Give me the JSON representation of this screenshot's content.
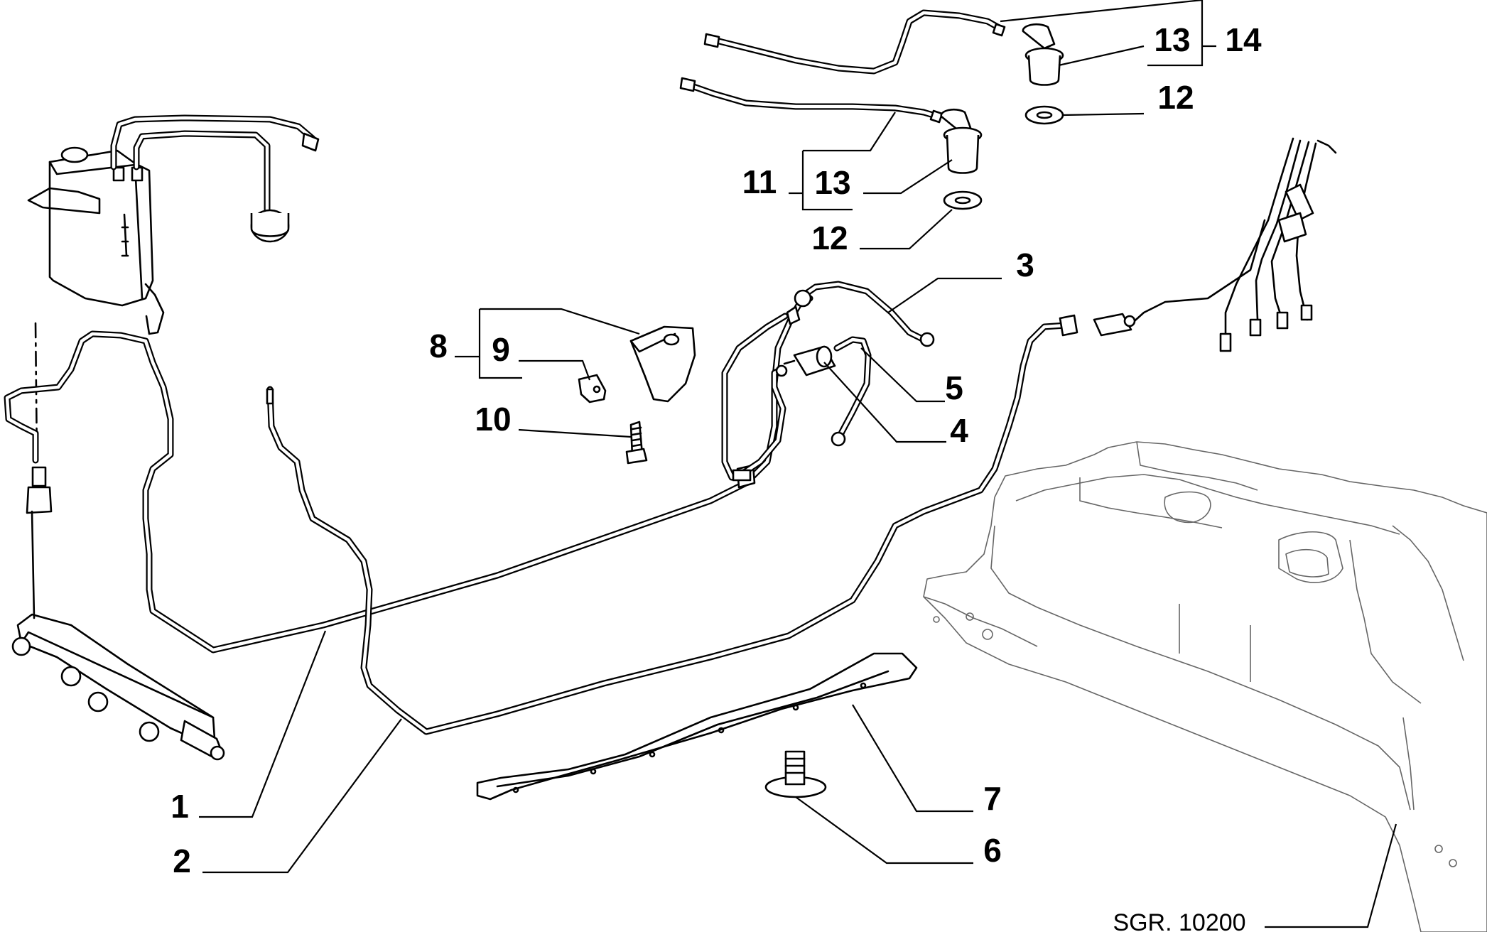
{
  "callouts": {
    "c1": "1",
    "c2": "2",
    "c3": "3",
    "c4": "4",
    "c5": "5",
    "c6": "6",
    "c7": "7",
    "c8": "8",
    "c9": "9",
    "c10": "10",
    "c11": "11",
    "c12a": "12",
    "c12b": "12",
    "c13a": "13",
    "c13b": "13",
    "c14": "14"
  },
  "reference": "SGR. 10200"
}
